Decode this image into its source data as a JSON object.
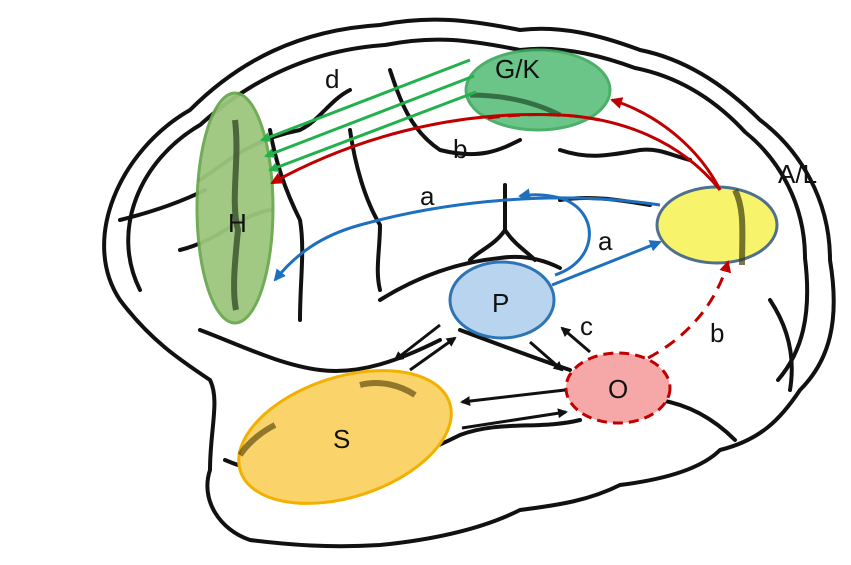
{
  "regions": {
    "H": {
      "label": "H",
      "fill": "#9cc77e",
      "stroke": "#6aa84f"
    },
    "GK": {
      "label": "G/K",
      "fill": "#5cbf7d",
      "stroke": "#3aa85a"
    },
    "AL": {
      "label": "A/L",
      "fill": "#f7f36a",
      "stroke": "#4f6f8f"
    },
    "P": {
      "label": "P",
      "fill": "#b9d4ee",
      "stroke": "#2e75b6"
    },
    "O": {
      "label": "O",
      "fill": "#f6a7a7",
      "stroke": "#c00000"
    },
    "S": {
      "label": "S",
      "fill": "#fbd36b",
      "stroke": "#f2b100"
    }
  },
  "arrows": {
    "d": {
      "label": "d",
      "color": "#22b14c"
    },
    "b_top": {
      "label": "b",
      "color": "#c00000"
    },
    "a_top": {
      "label": "a",
      "color": "#1f6fbf"
    },
    "a_mid": {
      "label": "a",
      "color": "#1f6fbf"
    },
    "b_right": {
      "label": "b",
      "color": "#c00000"
    },
    "c": {
      "label": "c",
      "color": "#111111"
    }
  }
}
